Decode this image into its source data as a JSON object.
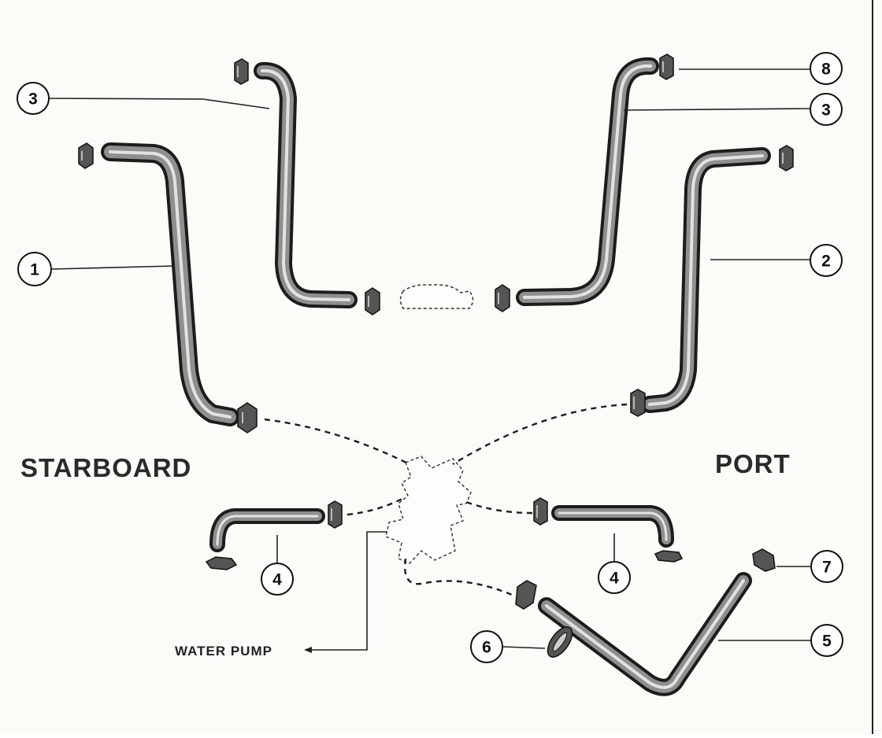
{
  "labels": {
    "starboard": "STARBOARD",
    "port": "PORT",
    "water_pump": "WATER PUMP"
  },
  "callouts": {
    "c1": "1",
    "c2": "2",
    "c3_left": "3",
    "c3_right": "3",
    "c4_left": "4",
    "c4_right": "4",
    "c5": "5",
    "c6": "6",
    "c7": "7",
    "c8": "8"
  },
  "colors": {
    "ink": "#1c1c1c",
    "paper": "#fbfbf8"
  }
}
